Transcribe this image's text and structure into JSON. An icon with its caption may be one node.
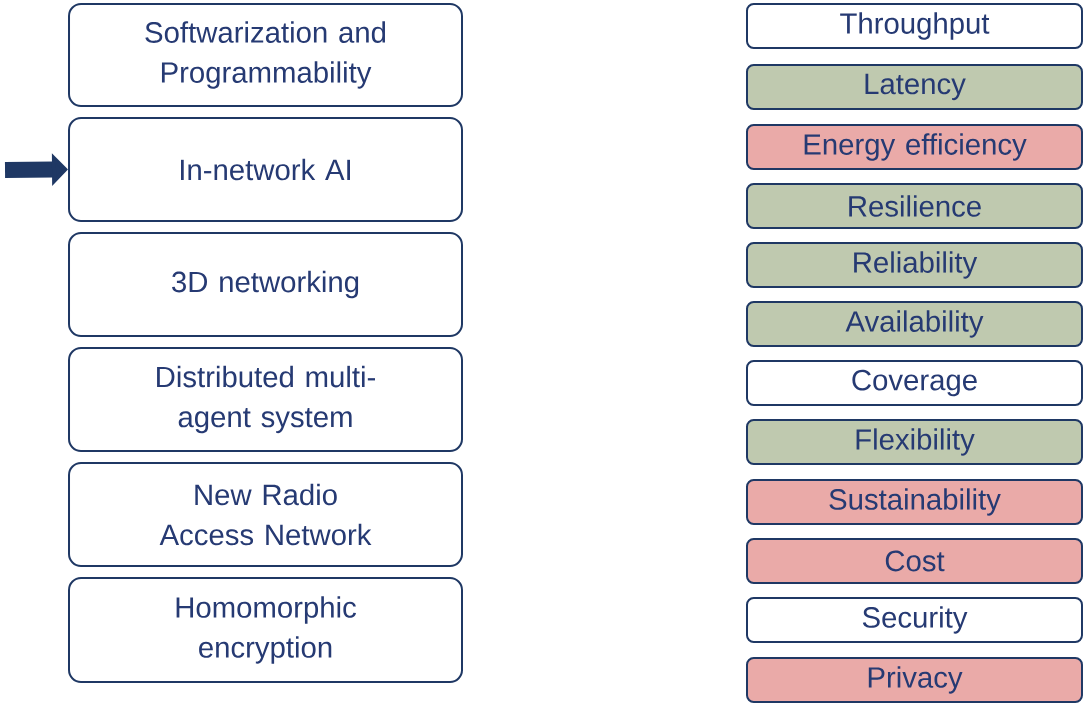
{
  "diagram": {
    "nodes": [
      {
        "text": [
          "Softwarization and Programmability"
        ]
      },
      {
        "text": [
          "In-network AI"
        ]
      },
      {
        "text": [
          "3D networking"
        ]
      },
      {
        "text": [
          "Distributed multi-agent system"
        ]
      },
      {
        "text": [
          "New Radio Access Network"
        ]
      },
      {
        "text": [
          "Homomorphic encryption"
        ]
      },
      {
        "text": [
          "Throughput"
        ]
      },
      {
        "text": [
          "Latency"
        ]
      },
      {
        "text": [
          "Energy efficiency"
        ]
      },
      {
        "text": [
          "Resilience"
        ]
      },
      {
        "text": [
          "Reliability"
        ]
      },
      {
        "text": [
          "Availability"
        ]
      },
      {
        "text": [
          "Coverage"
        ]
      },
      {
        "text": [
          "Flexibility"
        ]
      },
      {
        "text": [
          "Sustainability"
        ]
      },
      {
        "text": [
          "Cost"
        ]
      },
      {
        "text": [
          "Security"
        ]
      },
      {
        "text": [
          "Privacy"
        ]
      }
    ],
    "edges": [
      {
        "from": null,
        "to": 1,
        "arrow": "to"
      }
    ]
  }
}
